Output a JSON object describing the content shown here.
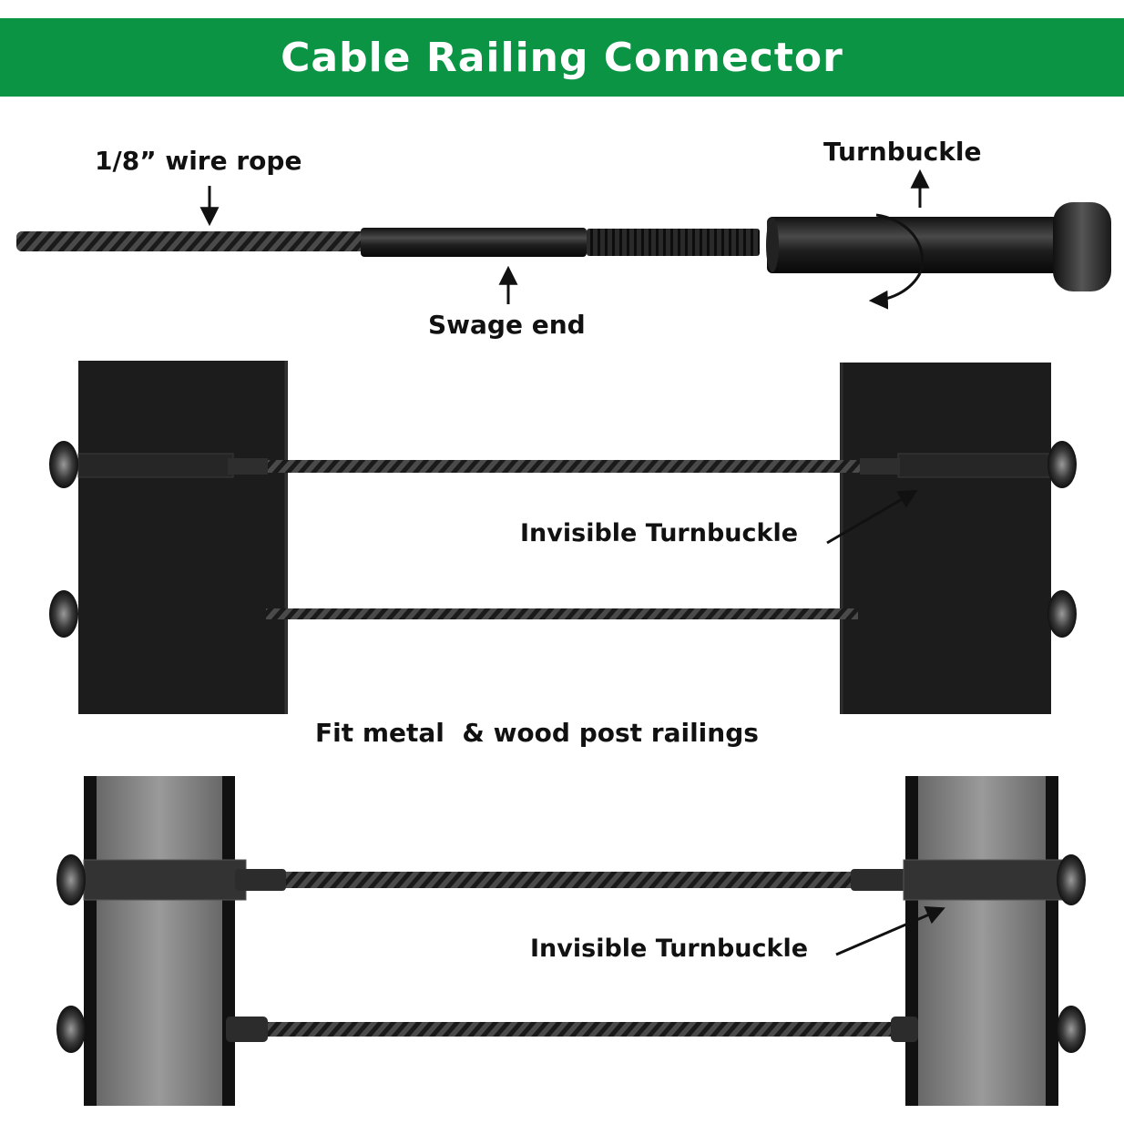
{
  "banner": {
    "title": "Cable Railing Connector",
    "background_color": "#0b9444",
    "text_color": "#ffffff"
  },
  "top_diagram": {
    "wire_rope_label": "1/8” wire rope",
    "swage_end_label": "Swage end",
    "turnbuckle_label": "Turnbuckle"
  },
  "metal_wood_panel": {
    "turnbuckle_label": "Invisible Turnbuckle",
    "caption": "Fit metal  & wood post railings",
    "post_color": "#1c1c1c"
  },
  "square_post_panel": {
    "turnbuckle_label": "Invisible Turnbuckle",
    "post_color": "#7c7c7c"
  },
  "icons": [
    "down-arrow-icon",
    "up-arrow-icon",
    "rotation-arrow-icon",
    "pointer-arrow-icon"
  ]
}
